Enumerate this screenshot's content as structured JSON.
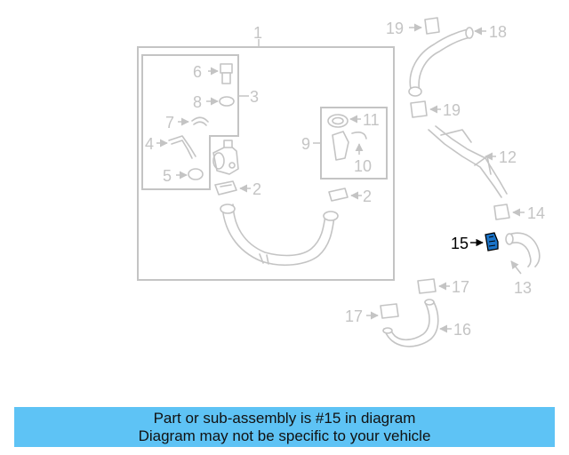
{
  "diagram": {
    "callouts": [
      "1",
      "2",
      "3",
      "4",
      "5",
      "6",
      "7",
      "8",
      "9",
      "10",
      "11",
      "12",
      "13",
      "14",
      "15",
      "16",
      "17",
      "18",
      "19"
    ],
    "highlight_callout": "15",
    "highlight_color": "#1a73c8",
    "line_color": "#c4c4c4"
  },
  "banner": {
    "line1": "Part or sub-assembly is #15 in diagram",
    "line2": "Diagram may not be specific to your vehicle",
    "background": "#5ec3f5"
  }
}
